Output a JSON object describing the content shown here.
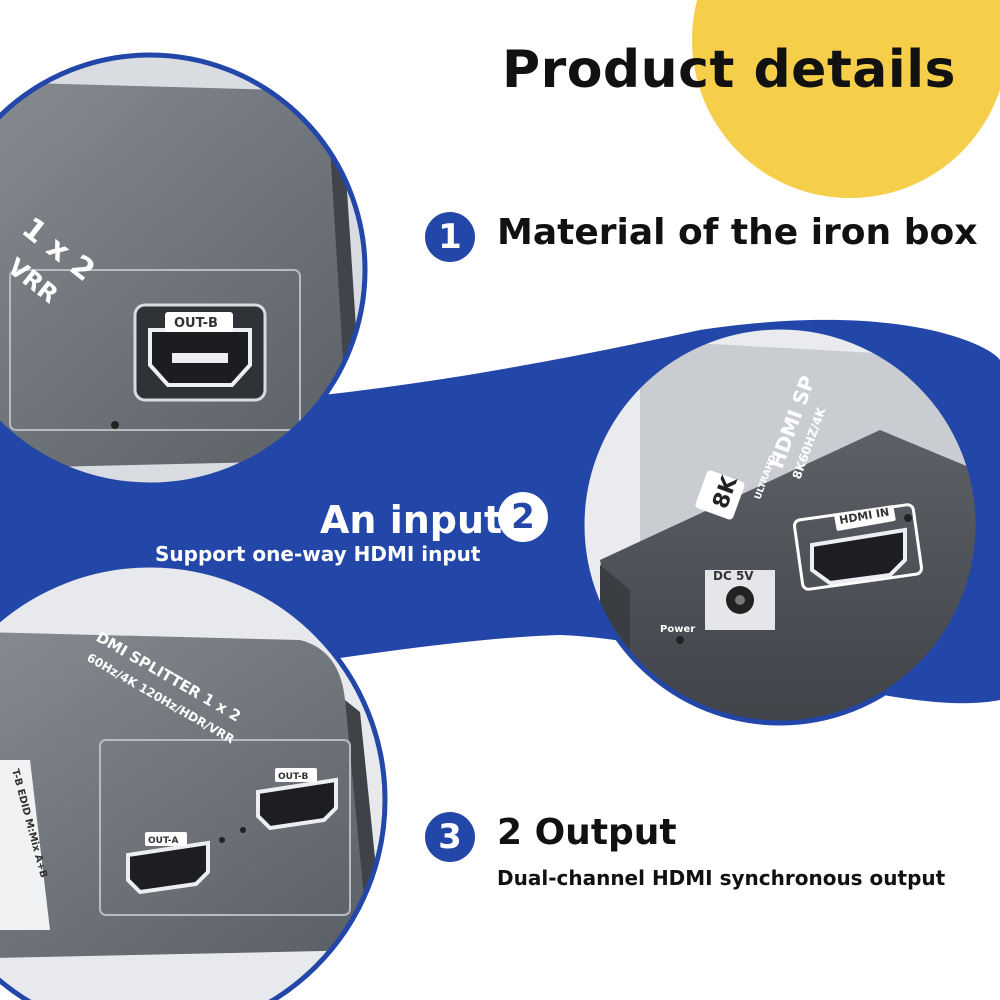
{
  "heading": {
    "title": "Product details"
  },
  "features": [
    {
      "number": "1",
      "title": "Material of the iron box",
      "subtitle": ""
    },
    {
      "number": "2",
      "title": "An input",
      "subtitle": "Support one-way HDMI input"
    },
    {
      "number": "3",
      "title": "2 Output",
      "subtitle": "Dual-channel HDMI synchronous output"
    }
  ],
  "device_labels": {
    "top_model": "1 x 2",
    "top_spec": "VRR",
    "top_port": "OUT-B",
    "mid_badge": "8K",
    "mid_brand": "ULTRAHD",
    "mid_name": "HDMI SP",
    "mid_spec": "8K60HZ/4K",
    "mid_port": "HDMI IN",
    "mid_power_port": "DC 5V",
    "mid_power_label": "Power",
    "bottom_name": "DMI SPLITTER 1 x 2",
    "bottom_spec": "60Hz/4K 120Hz/HDR/VRR",
    "bottom_edid": "T-B EDID M:Mix A+B",
    "bottom_port_a": "OUT-A",
    "bottom_port_b": "OUT-B"
  },
  "colors": {
    "band": "#2347a8",
    "accent_yellow": "#f6cf4a",
    "device_gray": "#5b5f66",
    "text_dark": "#111111"
  }
}
